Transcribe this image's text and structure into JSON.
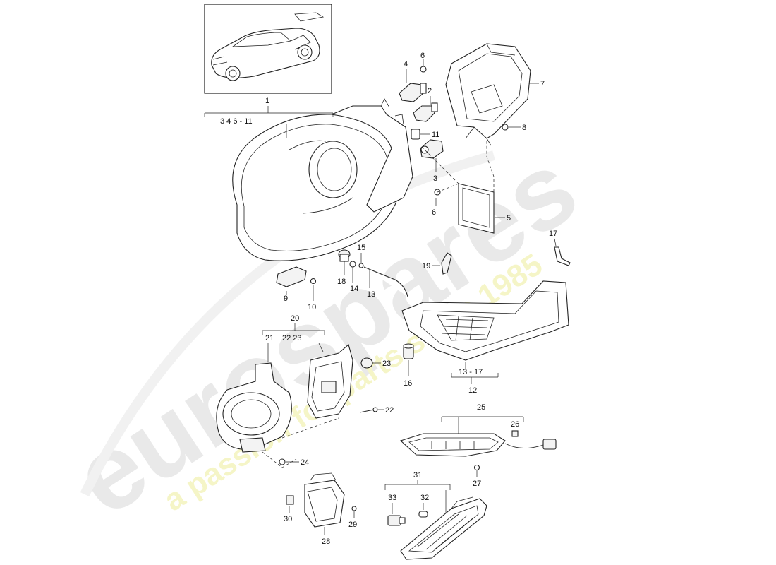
{
  "watermark": {
    "brand": "eurospares",
    "tagline": "a passion for parts since 1985",
    "brand_color": "#d8d8d8",
    "tagline_color": "#eeee9a"
  },
  "labels": {
    "p1": "1",
    "p1_range": "3  4    6 - 11",
    "p2": "2",
    "p3": "3",
    "p4": "4",
    "p5": "5",
    "p6a": "6",
    "p6b": "6",
    "p7": "7",
    "p8": "8",
    "p9": "9",
    "p10": "10",
    "p11": "11",
    "p12": "12",
    "p12_range": "13 - 17",
    "p13": "13",
    "p14": "14",
    "p15": "15",
    "p16": "16",
    "p17": "17",
    "p18": "18",
    "p19": "19",
    "p20": "20",
    "p20_range": "22  23",
    "p21": "21",
    "p22": "22",
    "p23": "23",
    "p24": "24",
    "p25": "25",
    "p26": "26",
    "p27": "27",
    "p28": "28",
    "p29": "29",
    "p30": "30",
    "p31": "31",
    "p32": "32",
    "p33": "33"
  },
  "icons": {
    "vehicle": "car-thumbnail-icon"
  }
}
